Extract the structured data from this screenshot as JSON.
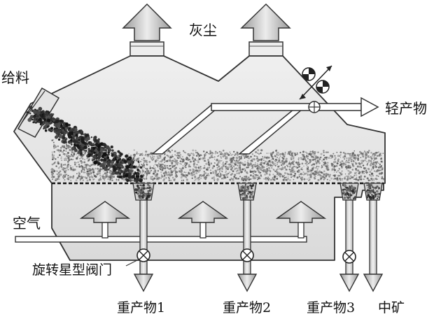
{
  "labels": {
    "dust": "灰尘",
    "feed": "给料",
    "light_product": "轻产物",
    "air": "空气",
    "rotary_valve": "旋转星型阀门",
    "heavy_1": "重产物1",
    "heavy_2": "重产物2",
    "heavy_3": "重产物3",
    "middlings": "中矿"
  }
}
